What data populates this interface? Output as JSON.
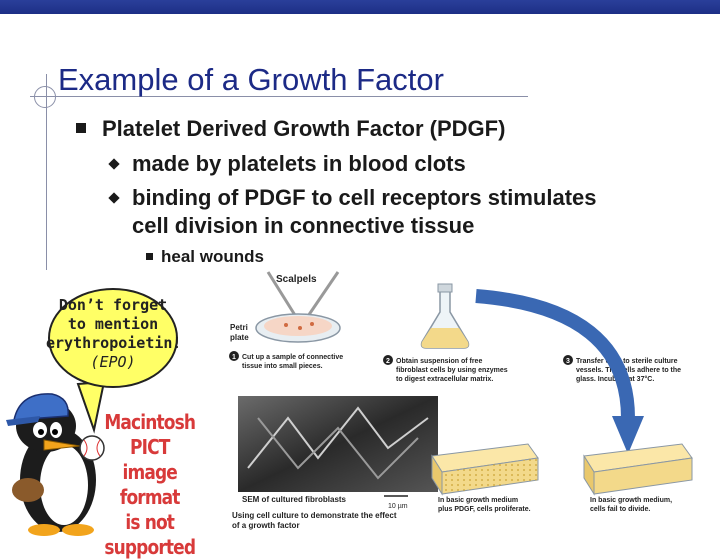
{
  "slide": {
    "title": "Example of a Growth Factor",
    "bullet": "Platelet Derived Growth Factor (PDGF)",
    "sub_bullets": [
      "made by platelets in blood clots",
      "binding of PDGF to cell receptors stimulates",
      "cell division in connective tissue"
    ],
    "sub_sub_bullet": "heal wounds"
  },
  "callout": {
    "line1": "Don’t forget",
    "line2": "to mention",
    "line3": "erythropoietin!",
    "line4": "(EPO)"
  },
  "pict_notice": {
    "line1": "Macintosh PICT",
    "line2": "image format",
    "line3": "is not supported"
  },
  "figure": {
    "scalpels": "Scalpels",
    "petri_1": "Petri",
    "petri_2": "plate",
    "step1_num": "1",
    "step1_l1": "Cut up a sample of connective",
    "step1_l2": "tissue into small pieces.",
    "step2_num": "2",
    "step2_l1": "Obtain suspension of free",
    "step2_l2": "fibroblast cells by using enzymes",
    "step2_l3": "to digest extracellular matrix.",
    "step3_num": "3",
    "step3_l1": "Transfer cells to sterile culture",
    "step3_l2": "vessels. The cells adhere to the",
    "step3_l3": "glass. Incubate at 37°C.",
    "sem_label": "SEM of cultured fibroblasts",
    "scale": "10 µm",
    "caption_1": "Using cell culture to demonstrate the effect",
    "caption_2": "of a growth factor",
    "with_l1": "In basic growth medium",
    "with_l2": "plus PDGF, cells proliferate.",
    "without_l1": "In basic growth medium,",
    "without_l2": "cells fail to divide."
  },
  "colors": {
    "title": "#1c2a86",
    "top_bar": "#1d2f86",
    "callout_fill": "#ffff66",
    "pict_text": "#d83a3a",
    "arrow": "#3a68b3",
    "medium": "#f3d98a"
  }
}
